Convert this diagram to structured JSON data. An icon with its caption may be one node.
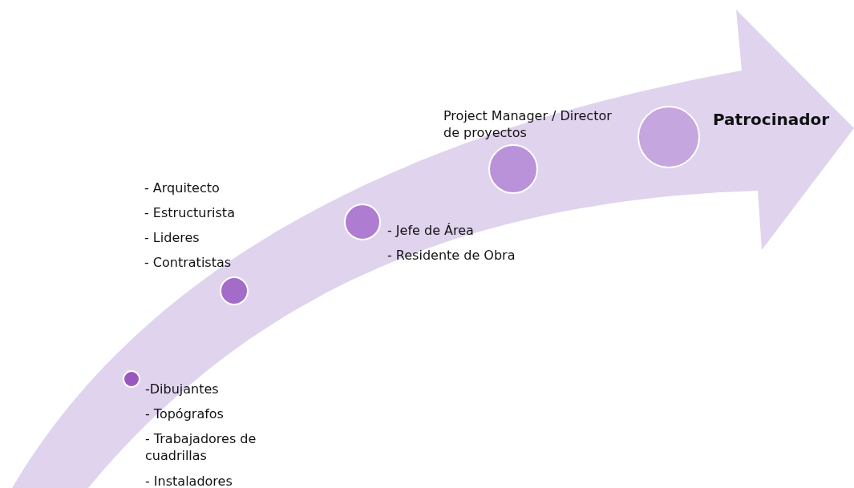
{
  "diagram": {
    "nodes": [
      {
        "text": [],
        "shape": "circle",
        "beside": [
          "-Dibujantes",
          "- Topógrafos",
          "- Trabajadores de cuadrillas",
          "- Instaladores"
        ]
      },
      {
        "text": [],
        "shape": "circle",
        "beside": [
          "- Arquitecto",
          "- Estructurista",
          "- Lideres",
          "- Contratistas"
        ]
      },
      {
        "text": [],
        "shape": "circle",
        "beside": [
          "- Jefe de Área",
          "- Residente de Obra"
        ]
      },
      {
        "text": [],
        "shape": "circle",
        "beside": [
          "Project Manager / Director de proyectos"
        ]
      },
      {
        "text": [],
        "shape": "circle",
        "beside": [
          "Patrocinador"
        ]
      }
    ]
  }
}
